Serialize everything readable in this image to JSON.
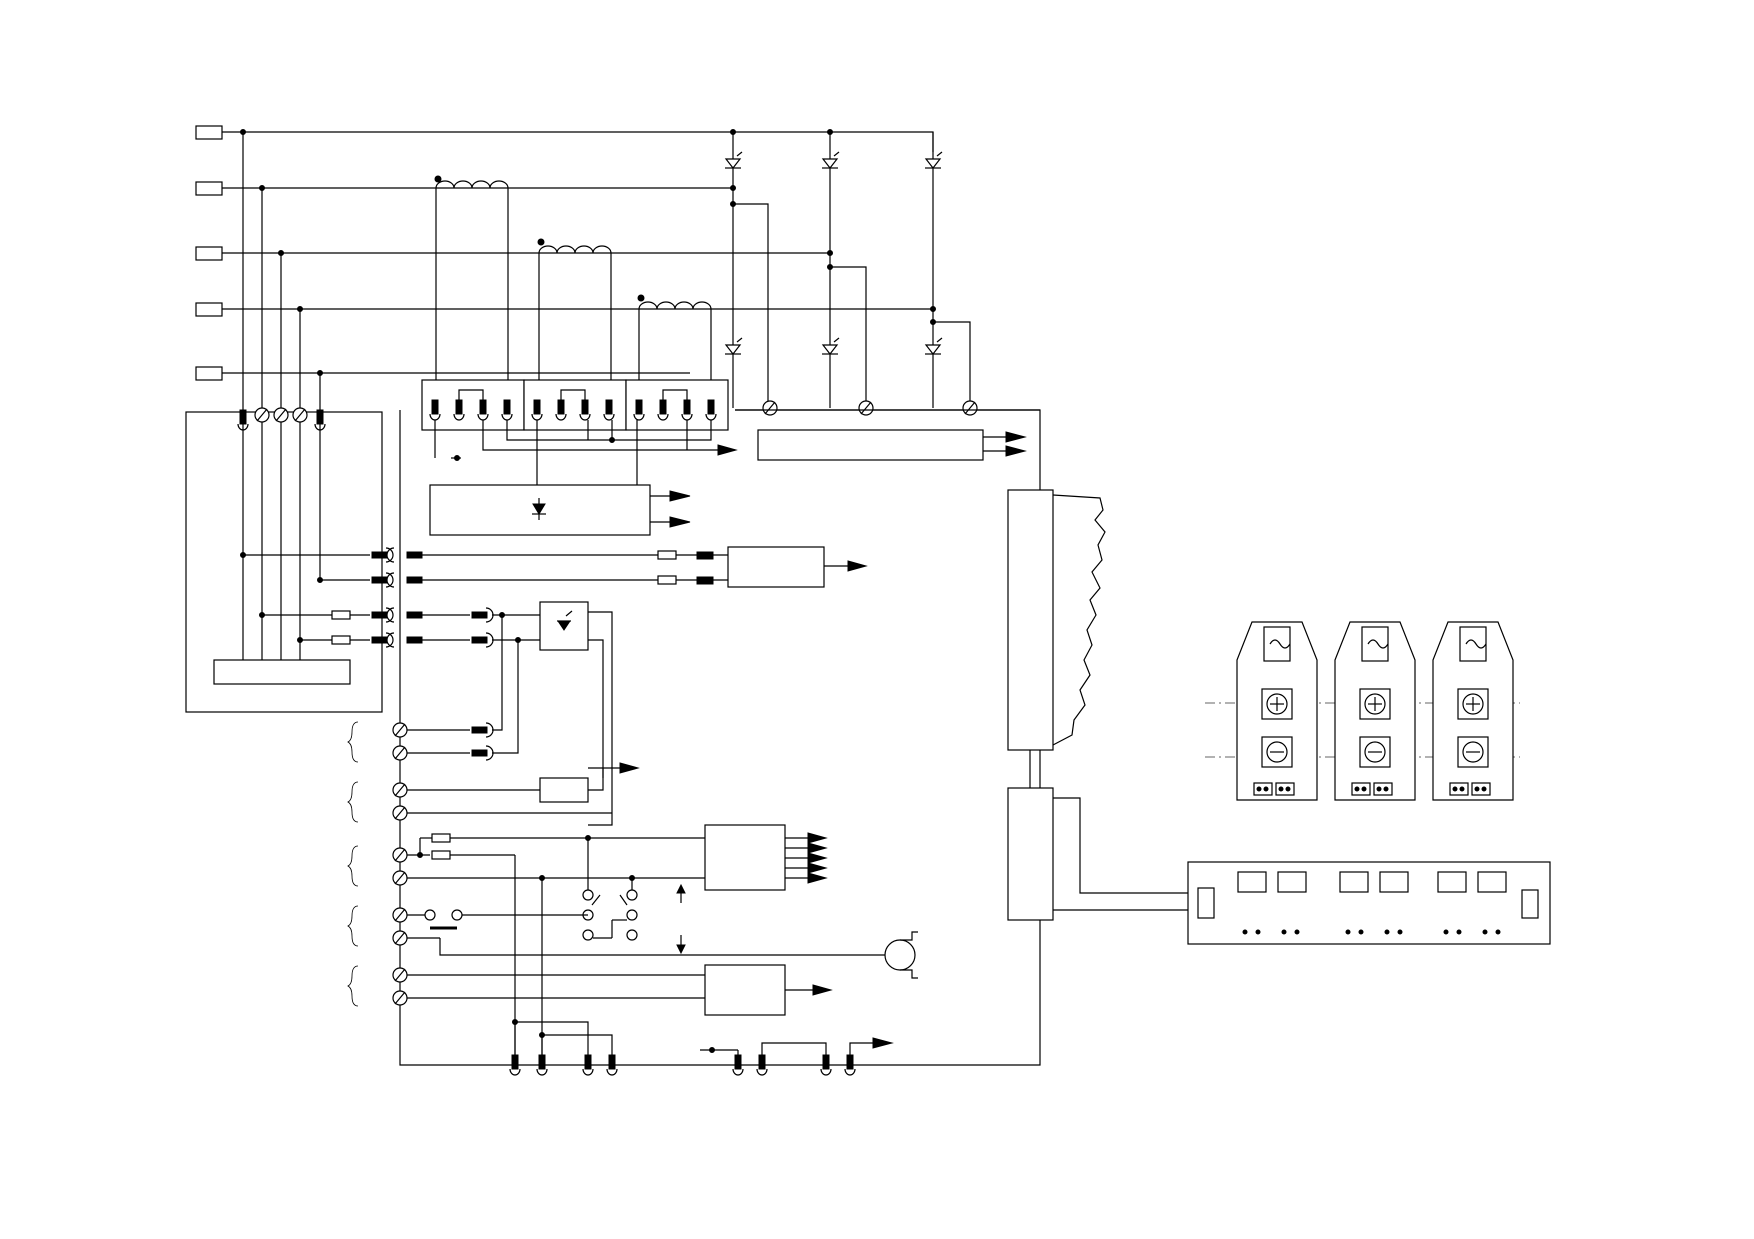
{
  "diagram": {
    "type": "electrical schematic",
    "background": "#ffffff",
    "line_color": "#000000",
    "text_labels": []
  },
  "components": {
    "input_terminals": 5,
    "thyristor_legs": 3,
    "thyristors": 6,
    "transformers": 3,
    "power_modules": 3,
    "control_boards": 2,
    "display_panel_windows": 6
  }
}
